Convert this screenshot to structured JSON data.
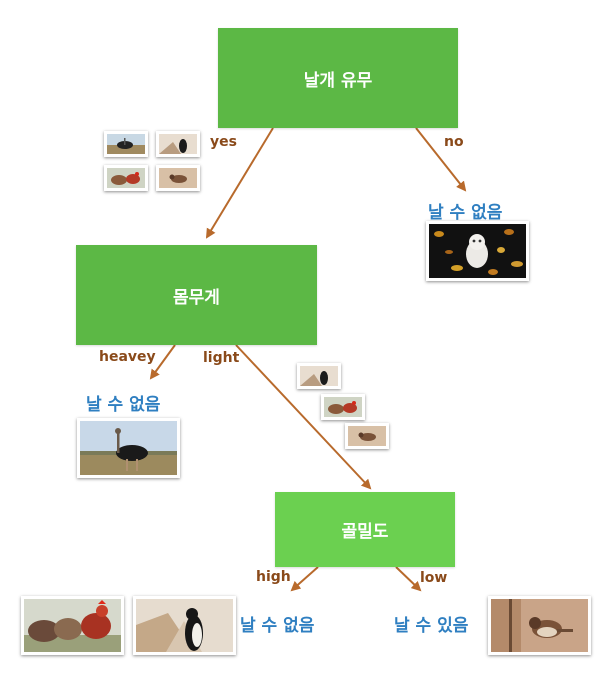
{
  "nodes": {
    "root": "날개 유무",
    "weight": "몸무게",
    "bone_density": "골밀도"
  },
  "edges": {
    "yes": "yes",
    "no": "no",
    "heavey": "heavey",
    "light": "light",
    "high": "high",
    "low": "low"
  },
  "leaves": {
    "no_wings": "날 수 없음",
    "heavy": "날 수 없음",
    "high_density": "날 수 없음",
    "low_density": "날 수 있음"
  },
  "colors": {
    "node_dark": "#5cb845",
    "node_light": "#6bd050",
    "edge": "#b86a2c",
    "edge_label": "#8a4a1a",
    "leaf_label": "#2f7fc1"
  },
  "icons": [
    "ostrich-image",
    "penguin-image",
    "rooster-image",
    "sparrow-image",
    "kitten-image"
  ]
}
